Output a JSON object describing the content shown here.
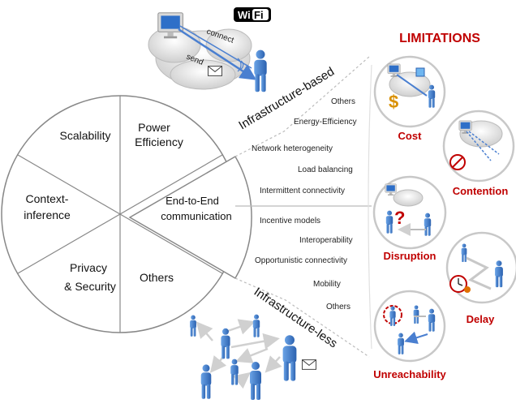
{
  "wifi_badge": {
    "text_wi": "Wi",
    "text_fi": "Fi"
  },
  "top_scene": {
    "connect_label": "connect",
    "send_label": "send"
  },
  "pie": {
    "segments": {
      "scalability": [
        "Scalability"
      ],
      "power_efficiency": [
        "Power",
        "Efficiency"
      ],
      "context_inference": [
        "Context-",
        "inference"
      ],
      "end_to_end": [
        "End-to-End",
        "communication"
      ],
      "privacy_security": [
        "Privacy",
        "& Security"
      ],
      "others": [
        "Others"
      ]
    }
  },
  "infrastructure_based": {
    "title": "Infrastructure-based",
    "items": [
      "Others",
      "Energy-Efficiency",
      "Network heterogeneity",
      "Load balancing",
      "Intermittent connectivity"
    ]
  },
  "infrastructure_less": {
    "title": "Infrastructure-less",
    "items": [
      "Incentive models",
      "Interoperability",
      "Opportunistic connectivity",
      "Mobility",
      "Others"
    ]
  },
  "limitations": {
    "title": "LIMITATIONS",
    "items": [
      "Cost",
      "Contention",
      "Disruption",
      "Delay",
      "Unreachability"
    ]
  },
  "colors": {
    "accent_red": "#c00000",
    "person_blue": "#3a78c9",
    "ring_grey": "#c8c8c8",
    "wifi_black": "#000000"
  }
}
